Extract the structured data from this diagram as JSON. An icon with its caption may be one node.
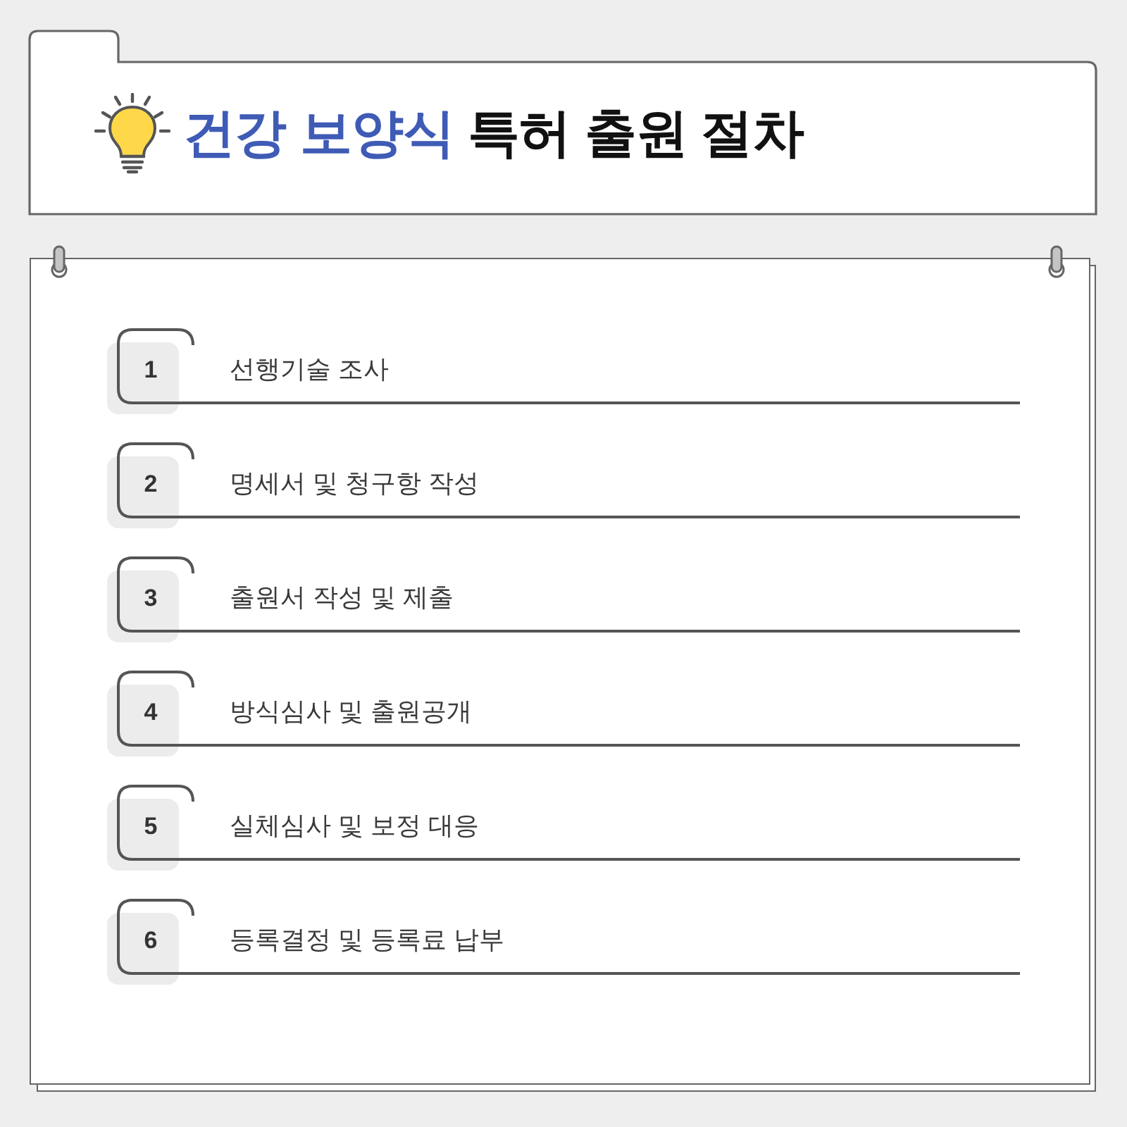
{
  "diagram": {
    "title": "**건강 보양식** 특허 출원 절차",
    "nodes": [
      {
        "text": [
          "1",
          "선행기술 조사"
        ]
      },
      {
        "text": [
          "2",
          "명세서 및 청구항 작성"
        ]
      },
      {
        "text": [
          "3",
          "출원서 작성 및 제출"
        ]
      },
      {
        "text": [
          "4",
          "방식심사 및 출원공개"
        ]
      },
      {
        "text": [
          "5",
          "실체심사 및 보정 대응"
        ]
      },
      {
        "text": [
          "6",
          "등록결정 및 등록료 납부"
        ]
      }
    ]
  }
}
